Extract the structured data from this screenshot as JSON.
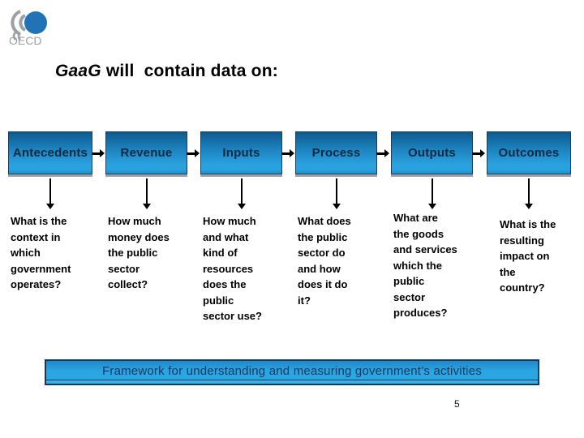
{
  "logo": {
    "text": "OECD"
  },
  "title": {
    "italic": "GaaG",
    "rest": " will  contain data on:"
  },
  "columns": [
    {
      "box": "Antecedents",
      "desc": "What is the\ncontext in\nwhich\ngovernment\noperates?"
    },
    {
      "box": "Revenue",
      "desc": "How much\nmoney does\nthe public\nsector\ncollect?"
    },
    {
      "box": "Inputs",
      "desc": "How much\nand what\nkind of\nresources\ndoes the\npublic\nsector use?"
    },
    {
      "box": "Process",
      "desc": "What does\nthe public\nsector do\nand how\ndoes it do\nit?"
    },
    {
      "box": "Outputs",
      "desc": "What are\nthe goods\nand services\nwhich the\npublic\nsector\nproduces?"
    },
    {
      "box": "Outcomes",
      "desc": "What is the\nresulting\nimpact on\nthe\ncountry?"
    }
  ],
  "banner": {
    "text": "Framework for understanding and measuring government’s activities"
  },
  "page_number": "5",
  "colors": {
    "box_gradient_top": "#0e5a8d",
    "box_gradient_bottom": "#2aa2e0",
    "box_border": "#1c3e5e",
    "box_label_text": "#102a43",
    "banner_fill": "#2aa7e2",
    "banner_border": "#123a5e",
    "banner_text": "#17375e",
    "logo_blue": "#2173b5",
    "logo_gray": "#9aa0a6",
    "arrow_black": "#000000"
  }
}
